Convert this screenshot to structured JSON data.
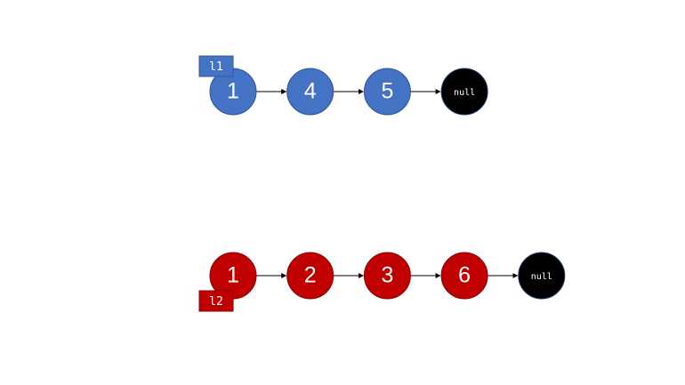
{
  "lists": [
    {
      "label": "l1",
      "color": "#4472c4",
      "border_color": "#2f5597",
      "nodes": [
        "1",
        "4",
        "5"
      ],
      "terminator": "null"
    },
    {
      "label": "l2",
      "color": "#c00000",
      "border_color": "#8b0000",
      "nodes": [
        "1",
        "2",
        "3",
        "6"
      ],
      "terminator": "null"
    }
  ],
  "colors": {
    "null_node": "#000000",
    "arrow": "#000000",
    "text": "#ffffff"
  }
}
